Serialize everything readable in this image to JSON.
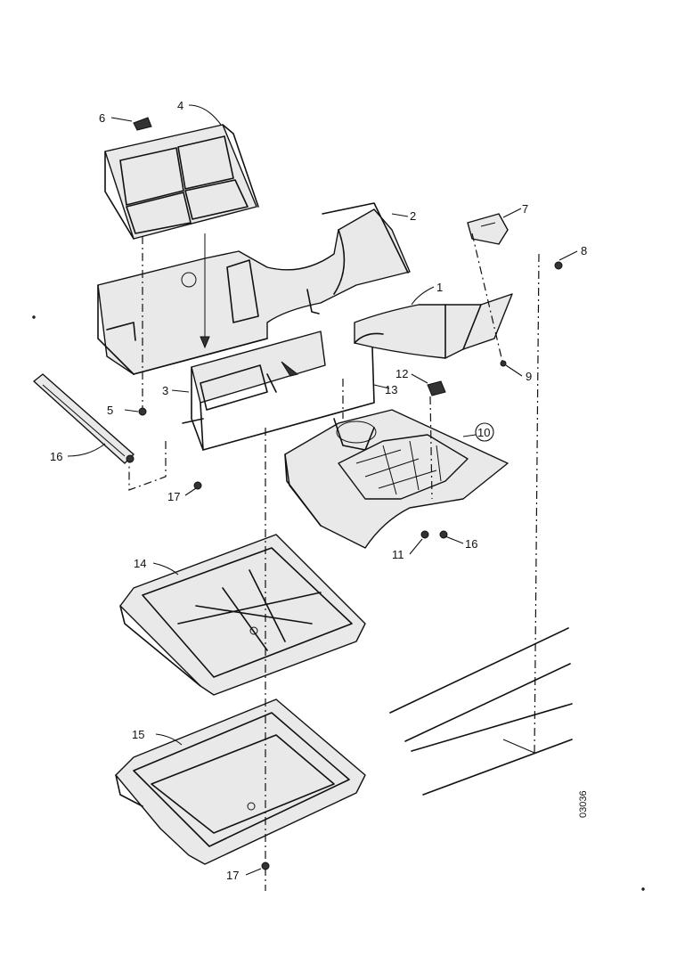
{
  "diagram": {
    "reference_code": "03036",
    "callouts": {
      "c1": "1",
      "c2": "2",
      "c3": "3",
      "c4": "4",
      "c5": "5",
      "c6": "6",
      "c7": "7",
      "c8": "8",
      "c9": "9",
      "c10": "10",
      "c11": "11",
      "c12": "12",
      "c13": "13",
      "c14": "14",
      "c15": "15",
      "c16a": "16",
      "c16b": "16",
      "c17a": "17",
      "c17b": "17"
    }
  }
}
